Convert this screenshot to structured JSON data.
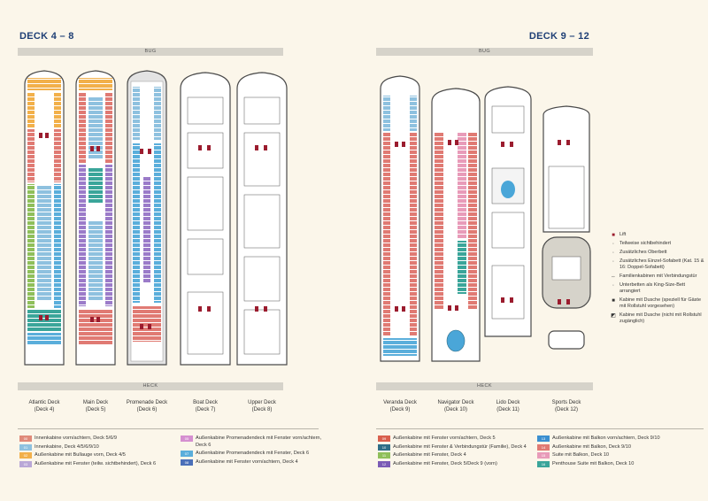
{
  "left_title": "DECK 4 – 8",
  "right_title": "DECK 9 – 12",
  "bow_label": "BUG",
  "stern_label": "HECK",
  "decks_left": [
    {
      "name": "Atlantic Deck",
      "num": "(Deck 4)"
    },
    {
      "name": "Main Deck",
      "num": "(Deck 5)"
    },
    {
      "name": "Promenade Deck",
      "num": "(Deck 6)"
    },
    {
      "name": "Boat Deck",
      "num": "(Deck 7)"
    },
    {
      "name": "Upper Deck",
      "num": "(Deck 8)"
    }
  ],
  "decks_right": [
    {
      "name": "Veranda Deck",
      "num": "(Deck 9)"
    },
    {
      "name": "Navigator Deck",
      "num": "(Deck 10)"
    },
    {
      "name": "Lido Deck",
      "num": "(Deck 11)"
    },
    {
      "name": "Sports Deck",
      "num": "(Deck 12)"
    }
  ],
  "side_legend": [
    {
      "text": "Lift",
      "mark": "■",
      "color": "#9b1c2e"
    },
    {
      "text": "Teilweise sichtbehindert",
      "mark": "◦",
      "color": "#777777"
    },
    {
      "text": "Zusätzliches Oberbett",
      "mark": "◦",
      "color": "#777777"
    },
    {
      "text": "Zusätzliches Einzel-Sofabett (Kat. 15 & 16: Doppel-Sofabett)",
      "mark": "◦",
      "color": "#777777"
    },
    {
      "text": "Familienkabinen mit Verbindungstür",
      "mark": "⇔",
      "color": "#555555"
    },
    {
      "text": "Unterbetten als King-Size-Bett arrangiert",
      "mark": "◦",
      "color": "#777777"
    },
    {
      "text": "Kabine mit Dusche (speziell für Gäste mit Rollstuhl vorgesehen)",
      "mark": "■",
      "color": "#333333"
    },
    {
      "text": "Kabine mit Dusche (nicht mit Rollstuhl zugänglich)",
      "mark": "◩",
      "color": "#333333"
    }
  ],
  "legend": {
    "col1": [
      {
        "code": "00",
        "color": "#e08a7a",
        "text": "Innenkabine vorn/achtern, Deck 5/6/9"
      },
      {
        "code": "01",
        "color": "#8ec1df",
        "text": "Innenkabine, Deck 4/5/6/9/10"
      },
      {
        "code": "02",
        "color": "#f2b04a",
        "text": "Außenkabine mit Bullauge vorn, Deck 4/5"
      },
      {
        "code": "03",
        "color": "#b9a7d6",
        "text": "Außenkabine mit Fenster (teilw. sichtbehindert), Deck 6"
      }
    ],
    "col2": [
      {
        "code": "05",
        "color": "#d58fd0",
        "text": "Außenkabine Promenadendeck mit Fenster vorn/achtern, Deck 6"
      },
      {
        "code": "07",
        "color": "#5aaedb",
        "text": "Außenkabine Promenadendeck mit Fenster, Deck 6"
      },
      {
        "code": "08",
        "color": "#4a6fb8",
        "text": "Außenkabine mit Fenster vorn/achtern, Deck 4"
      }
    ],
    "col3": [
      {
        "code": "09",
        "color": "#d9604e",
        "text": "Außenkabine mit Fenster vorn/achtern, Deck 5"
      },
      {
        "code": "10",
        "color": "#2f6e87",
        "text": "Außenkabine mit Fenster & Verbindungstür (Familie), Deck 4"
      },
      {
        "code": "11",
        "color": "#8fbf5a",
        "text": "Außenkabine mit Fenster, Deck 4"
      },
      {
        "code": "12",
        "color": "#7b5bb5",
        "text": "Außenkabine mit Fenster, Deck 5/Deck 9 (vorn)"
      }
    ],
    "col4": [
      {
        "code": "13",
        "color": "#3b8fd0",
        "text": "Außenkabine mit Balkon vorn/achtern, Deck 9/10"
      },
      {
        "code": "14",
        "color": "#e07a73",
        "text": "Außenkabine mit Balkon, Deck 9/10"
      },
      {
        "code": "15",
        "color": "#e89bb9",
        "text": "Suite mit Balkon, Deck 10"
      },
      {
        "code": "16",
        "color": "#3aa59a",
        "text": "Penthouse Suite mit Balkon, Deck 10"
      }
    ]
  },
  "colors": {
    "title": "#1f3f75",
    "hull": "#4a4a4a",
    "lift": "#9b1c2e",
    "pool": "#4aa6d8"
  }
}
